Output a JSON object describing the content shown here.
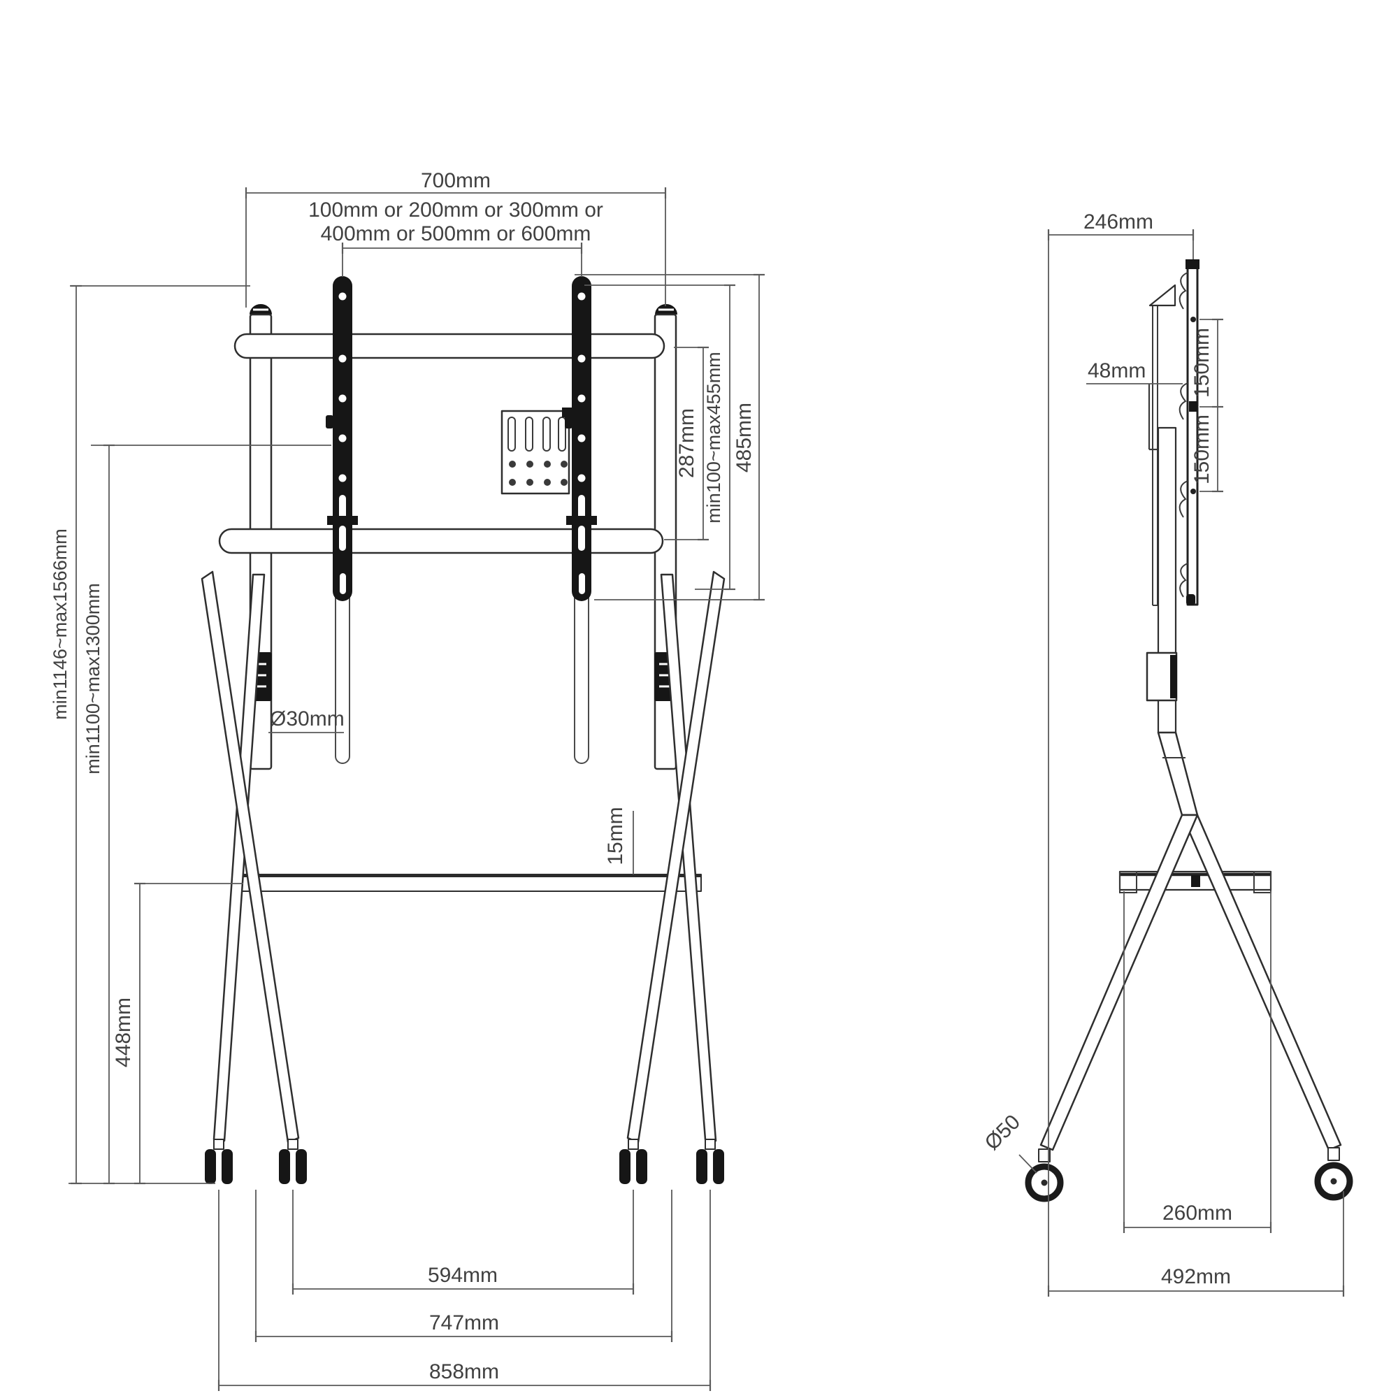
{
  "colors": {
    "background": "#ffffff",
    "line": "#2e2e2e",
    "dimension_line": "#5a5a5a",
    "text": "#414141",
    "dark_fill": "#161616"
  },
  "front_view": {
    "dim_top_width": "700mm",
    "dim_vesa_width_line1": "100mm or 200mm or 300mm or",
    "dim_vesa_width_line2": "400mm or 500mm or 600mm",
    "dim_crossbar_spacing": "287mm",
    "dim_vesa_height_range": "min100~max455mm",
    "dim_bracket_length": "485mm",
    "dim_overall_height": "min1146~max1566mm",
    "dim_screen_height": "min1100~max1300mm",
    "dim_pole_diameter": "Ø30mm",
    "dim_shelf_thickness": "15mm",
    "dim_shelf_height": "448mm",
    "dim_inner_casters": "594mm",
    "dim_mid_casters": "747mm",
    "dim_outer_casters": "858mm"
  },
  "side_view": {
    "dim_depth": "246mm",
    "dim_bracket_offset": "48mm",
    "dim_vesa_upper": "150mm",
    "dim_vesa_lower": "150mm",
    "dim_caster_diameter": "Ø50",
    "dim_shelf_depth": "260mm",
    "dim_caster_spread": "492mm"
  }
}
